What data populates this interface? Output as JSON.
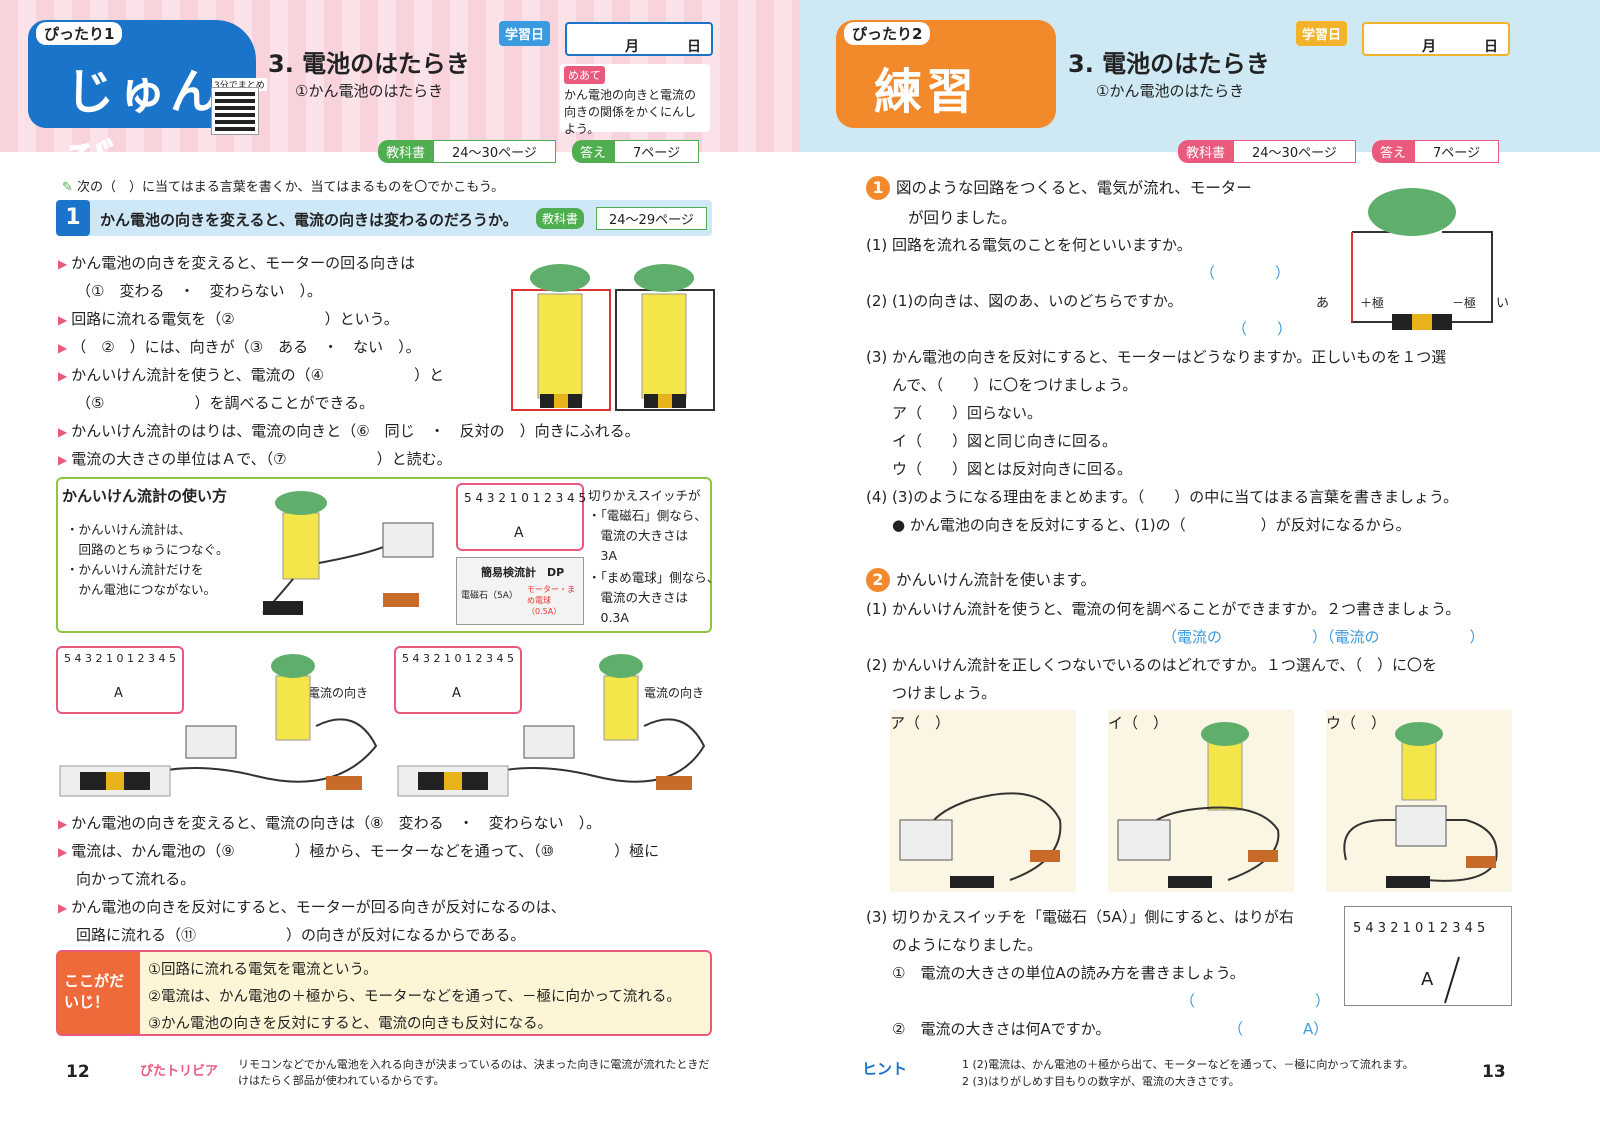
{
  "left": {
    "badge_tag": "ぴったり1",
    "badge_title": "じゅんび",
    "qr_label": "3分でまとめ",
    "lesson": "3. 電池のはたらき",
    "sublesson": "①かん電池のはたらき",
    "date_label": "学習日",
    "month": "月",
    "day": "日",
    "meate_label": "めあて",
    "meate_text": "かん電池の向きと電流の向きの関係をかくにんしよう。",
    "textbook_label": "教科書",
    "textbook_pages": "24〜30ページ",
    "answer_label": "答え",
    "answer_page": "7ページ",
    "instruction": "次の（　）に当てはまる言葉を書くか、当てはまるものを〇でかこもう。",
    "sec_num": "1",
    "sec_title": "かん電池の向きを変えると、電流の向きは変わるのだろうか。",
    "sec_tb_label": "教科書",
    "sec_tb_pages": "24〜29ページ",
    "lines": [
      "かん電池の向きを変えると、モーターの回る向きは",
      "（①　変わる　・　変わらない　）。",
      "回路に流れる電気を（②　　　　　　）という。",
      "（　②　）には、向きが（③　ある　・　ない　）。",
      "かんいけん流計を使うと、電流の（④　　　　　　）と",
      "（⑤　　　　　　）を調べることができる。",
      "かんいけん流計のはりは、電流の向きと（⑥　同じ　・　反対の　）向きにふれる。",
      "電流の大きさの単位はＡで、（⑦　　　　　　）と読む。"
    ],
    "usage_title": "かんいけん流計の使い方",
    "usage_notes": [
      "・かんいけん流計は、",
      "　回路のとちゅうにつなぐ。",
      "・かんいけん流計だけを",
      "　かん電池につながない。"
    ],
    "meter_scale": "5 4 3 2 1 0 1 2 3 4 5",
    "meter_unit": "A",
    "switch_notes": [
      "切りかえスイッチが",
      "・「電磁石」側なら、",
      "　電流の大きさは",
      "　3A",
      "・「まめ電球」側なら、",
      "　電流の大きさは",
      "　0.3A"
    ],
    "device_title": "簡易検流計　DP",
    "device_left": "電磁石（5A）",
    "device_right": "モーター・まめ電球（0.5A）",
    "current_dir": "電流の向き",
    "lines2": [
      "かん電池の向きを変えると、電流の向きは（⑧　変わる　・　変わらない　）。",
      "電流は、かん電池の（⑨　　　　）極から、モーターなどを通って、（⑩　　　　）極に",
      "向かって流れる。",
      "かん電池の向きを反対にすると、モーターが回る向きが反対になるのは、",
      "回路に流れる（⑪　　　　　　）の向きが反対になるからである。"
    ],
    "important_label": "ここがだいじ！",
    "important": [
      "①回路に流れる電気を電流という。",
      "②電流は、かん電池の＋極から、モーターなどを通って、－極に向かって流れる。",
      "③かん電池の向きを反対にすると、電流の向きも反対になる。"
    ],
    "page_no": "12",
    "trivia_label": "ぴたトリビア",
    "trivia": "リモコンなどでかん電池を入れる向きが決まっているのは、決まった向きに電流が流れたときだけはたらく部品が使われているからです。"
  },
  "right": {
    "badge_tag": "ぴったり2",
    "badge_title": "練習",
    "lesson": "3. 電池のはたらき",
    "sublesson": "①かん電池のはたらき",
    "date_label": "学習日",
    "month": "月",
    "day": "日",
    "textbook_label": "教科書",
    "textbook_pages": "24〜30ページ",
    "answer_label": "答え",
    "answer_page": "7ページ",
    "q1_num": "1",
    "q1": [
      "図のような回路をつくると、電気が流れ、モーター",
      "が回りました。"
    ],
    "q1_sub": [
      "(1) 回路を流れる電気のことを何といいますか。",
      "(2) (1)の向きは、図のあ、いのどちらですか。",
      "(3) かん電池の向きを反対にすると、モーターはどうなりますか。正しいものを１つ選",
      "んで、（　　）に〇をつけましょう。",
      "ア（　　）回らない。",
      "イ（　　）図と同じ向きに回る。",
      "ウ（　　）図とは反対向きに回る。",
      "(4) (3)のようになる理由をまとめます。（　　）の中に当てはまる言葉を書きましょう。",
      "● かん電池の向きを反対にすると、(1)の（　　　　　）が反対になるから。"
    ],
    "plus": "＋極",
    "minus": "－極",
    "a": "あ",
    "i": "い",
    "q2_num": "2",
    "q2": "かんいけん流計を使います。",
    "q2_sub": [
      "(1) かんいけん流計を使うと、電流の何を調べることができますか。２つ書きましょう。",
      "（電流の　　　　　　）（電流の　　　　　　）",
      "(2) かんいけん流計を正しくつないでいるのはどれですか。１つ選んで、（　）に〇を",
      "つけましょう。"
    ],
    "choices": [
      "ア（　）",
      "イ（　）",
      "ウ（　）"
    ],
    "q2_3": [
      "(3) 切りかえスイッチを「電磁石（5A）」側にすると、はりが右",
      "のようになりました。",
      "①　電流の大きさの単位Aの読み方を書きましょう。",
      "②　電流の大きさは何Aですか。"
    ],
    "ans_A": "（　　　　A）",
    "meter_scale": "5 4 3 2 1 0 1 2 3 4 5",
    "meter_unit": "A",
    "hint_label": "ヒント",
    "hints": [
      "1 (2)電流は、かん電池の＋極から出て、モーターなどを通って、－極に向かって流れます。",
      "2 (3)はりがしめす目もりの数字が、電流の大きさです。"
    ],
    "page_no": "13"
  }
}
